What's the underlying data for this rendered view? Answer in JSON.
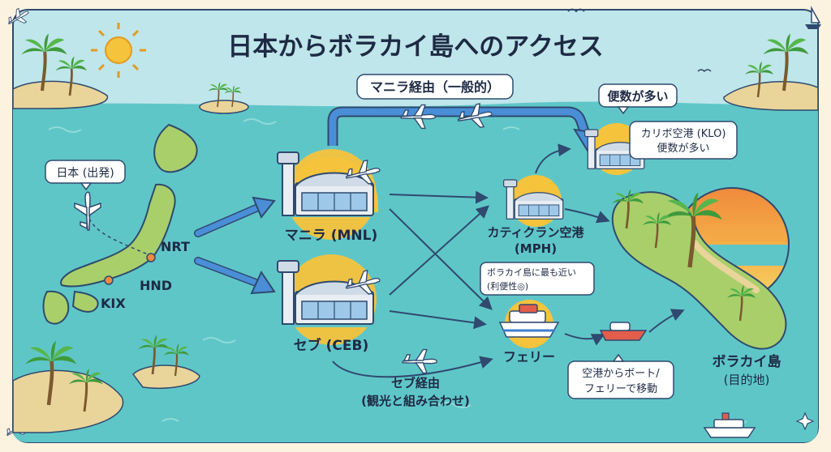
{
  "title": "日本からボラカイ島へのアクセス",
  "origin": {
    "label": "日本 (出発)",
    "airports": [
      "NRT",
      "HND",
      "KIX"
    ]
  },
  "hubs": [
    {
      "name": "マニラ (MNL)"
    },
    {
      "name": "セブ (CEB)"
    }
  ],
  "routes": {
    "manila": "マニラ経由（一般的）",
    "cebu_line1": "セブ経由",
    "cebu_line2": "(観光と組み合わせ)"
  },
  "caticlan": {
    "name_line1": "カティクラン空港",
    "name_line2": "(MPH)",
    "note_line1": "ボラカイ島に最も近い",
    "note_line2": "(利便性◎)"
  },
  "kalibo": {
    "note_line1": "カリボ空港 (KLO)",
    "note_line2": "便数が多い",
    "callout": "便数が多い"
  },
  "ferry": {
    "name": "フェリー",
    "note_line1": "空港からボート/",
    "note_line2": "フェリーで移動"
  },
  "destination": {
    "line1": "ボラカイ島",
    "line2": "(目的地)"
  },
  "colors": {
    "sea": "#5fc6c8",
    "sky": "#bfe6ea",
    "frame": "#fbf3df",
    "land": "#a8cf6a",
    "arrow": "#3d7fd1",
    "text": "#1e2a44",
    "sun": "#f5c33c"
  }
}
